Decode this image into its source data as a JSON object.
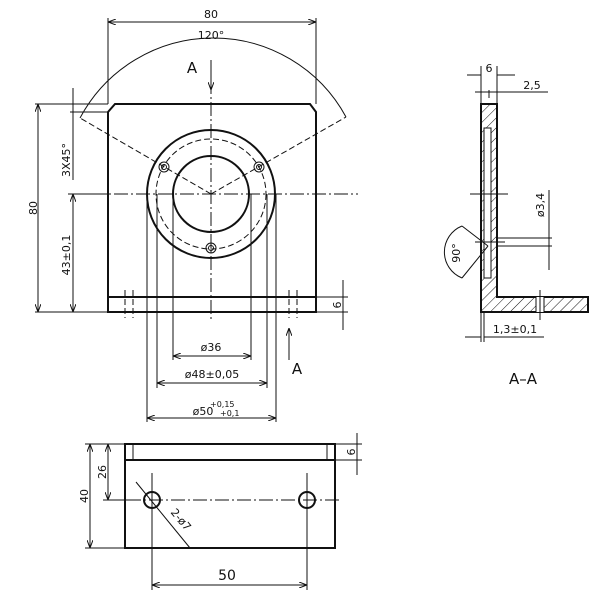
{
  "front_view": {
    "width_dim": "80",
    "angle_dim": "120°",
    "section_mark_top": "A",
    "section_mark_bottom": "A",
    "height_dim": "80",
    "chamfer_dim": "3X45°",
    "center_height_dim": "43±0,1",
    "flange_dim": "6",
    "bore_dim": "ø36",
    "bolt_circle_dim": "ø48±0,05",
    "outer_dim": "ø50",
    "outer_tol_upper": "+0,15",
    "outer_tol_lower": "+0,1"
  },
  "section_view": {
    "thickness_dim": "6",
    "recess_dim": "2,5",
    "hole_dim": "ø3,4",
    "countersink_angle": "90°",
    "offset_dim": "1,3±0,1",
    "title": "A–A"
  },
  "bottom_view": {
    "depth_dim": "40",
    "hole_offset_dim": "26",
    "hole_spacing_dim": "50",
    "flange_dim": "6",
    "hole_callout": "2-ø7"
  },
  "colors": {
    "line": "#111111",
    "background": "#ffffff"
  }
}
